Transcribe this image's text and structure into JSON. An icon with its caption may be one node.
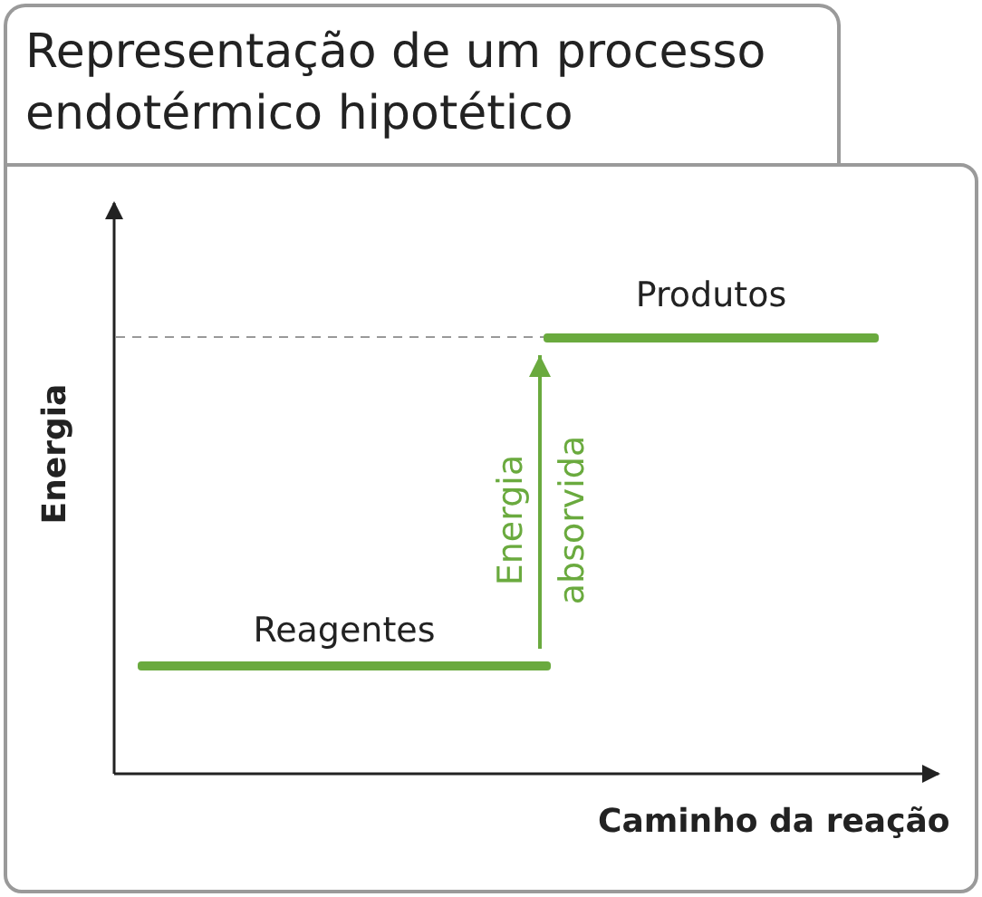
{
  "diagram": {
    "title": "Representação de um processo endotérmico hipotético",
    "nodes": [
      {
        "text": [
          "Reagentes"
        ]
      },
      {
        "text": [
          "Produtos"
        ]
      }
    ],
    "edges": [
      {
        "from": 0,
        "to": 1,
        "arrow": "to",
        "label": "Energia absorvida"
      }
    ],
    "labels": [
      "Energia",
      "Caminho da reação"
    ]
  }
}
